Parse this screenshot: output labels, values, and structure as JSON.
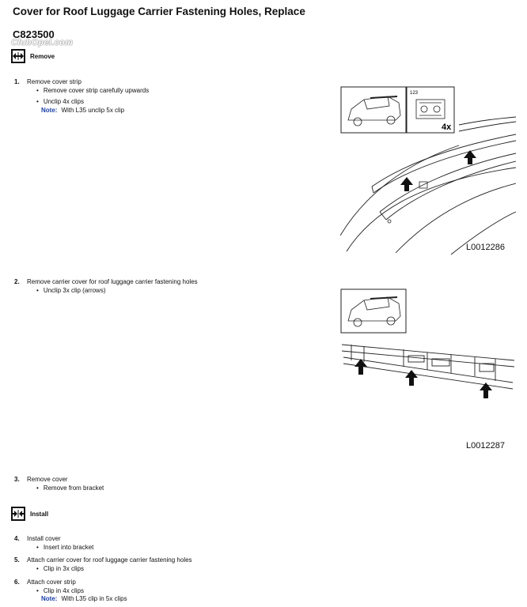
{
  "title": "Cover for Roof Luggage Carrier Fastening Holes, Replace",
  "code": "C823500",
  "watermark": "ClubOpel.com",
  "sections": {
    "remove": "Remove",
    "install": "Install"
  },
  "steps": [
    {
      "num": "1.",
      "text": "Remove cover strip",
      "subs": [
        "Remove cover strip carefully upwards",
        "Unclip 4x clips"
      ],
      "note": "With L35 unclip 5x clip"
    },
    {
      "num": "2.",
      "text": "Remove carrier cover for roof luggage carrier fastening holes",
      "subs": [
        "Unclip 3x clip (arrows)"
      ]
    },
    {
      "num": "3.",
      "text": "Remove cover",
      "subs": [
        "Remove from bracket"
      ]
    },
    {
      "num": "4.",
      "text": "Install cover",
      "subs": [
        "Insert into bracket"
      ]
    },
    {
      "num": "5.",
      "text": "Attach carrier cover for roof luggage carrier fastening holes",
      "subs": [
        "Clip in 3x clips"
      ]
    },
    {
      "num": "6.",
      "text": "Attach cover strip",
      "subs": [
        "Clip in 4x clips"
      ],
      "note": "With L35 clip in 5x clips"
    }
  ],
  "note_label": "Note:",
  "figures": [
    {
      "id": "L0012286",
      "inset_num": "123",
      "inset_count": "4x"
    },
    {
      "id": "L0012287"
    }
  ]
}
